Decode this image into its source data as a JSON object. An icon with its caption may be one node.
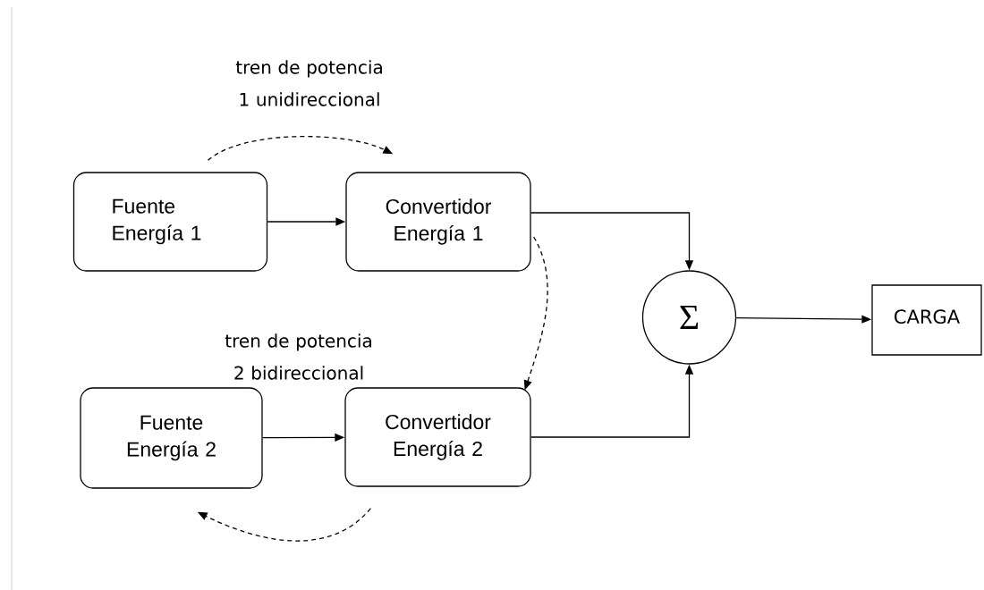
{
  "diagram": {
    "nodes": [
      {
        "text": [
          "Fuente Energía 1"
        ]
      },
      {
        "text": [
          "Convertidor Energía 1"
        ]
      },
      {
        "text": [
          "Fuente Energía 2"
        ]
      },
      {
        "text": [
          "Convertidor Energía 2"
        ]
      },
      {
        "text": [
          "Σ"
        ]
      },
      {
        "text": [
          "CARGA"
        ]
      }
    ],
    "edges": [
      {
        "from": 0,
        "to": 1,
        "arrow": "to"
      },
      {
        "from": 2,
        "to": 3,
        "arrow": "to"
      },
      {
        "from": 1,
        "to": 4,
        "arrow": "to"
      },
      {
        "from": 3,
        "to": 4,
        "arrow": "to"
      },
      {
        "from": 4,
        "to": 5,
        "arrow": "to"
      },
      {
        "from": 0,
        "to": 1,
        "arrow": "to",
        "style": "dashed"
      },
      {
        "from": 1,
        "to": 3,
        "arrow": "to",
        "style": "dashed"
      },
      {
        "from": 3,
        "to": 2,
        "arrow": "to",
        "style": "dashed"
      }
    ],
    "labels": [
      "tren de potencia 1 unidireccional",
      "tren de potencia 2 bidireccional"
    ]
  }
}
